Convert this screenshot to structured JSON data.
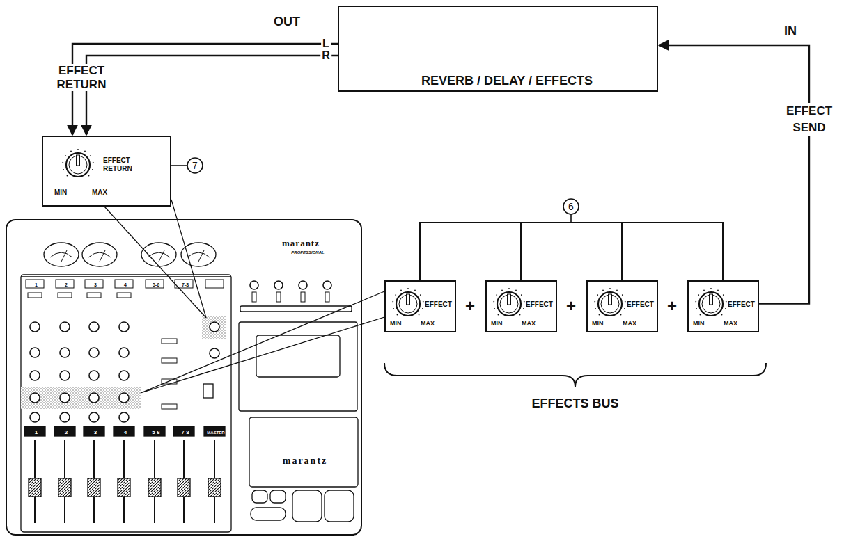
{
  "diagram": {
    "nodes": [
      {
        "text": [
          "REVERB / DELAY / EFFECTS"
        ]
      },
      {
        "text": [
          "EFFECT RETURN",
          "MIN",
          "MAX"
        ]
      },
      {
        "text": [
          "marantz",
          "PROFESSIONAL",
          "1",
          "2",
          "3",
          "4",
          "5-6",
          "7-8",
          "1",
          "2",
          "3",
          "4",
          "5-6",
          "7-8",
          "MASTER",
          "marantz"
        ]
      },
      {
        "text": [
          "EFFECT",
          "MIN",
          "MAX"
        ]
      },
      {
        "text": [
          "EFFECT",
          "MIN",
          "MAX"
        ]
      },
      {
        "text": [
          "EFFECT",
          "MIN",
          "MAX"
        ]
      },
      {
        "text": [
          "EFFECT",
          "MIN",
          "MAX"
        ]
      }
    ],
    "edges": [
      {
        "from": 0,
        "to": 1,
        "arrow": "to",
        "label": "L"
      },
      {
        "from": 0,
        "to": 1,
        "arrow": "to",
        "label": "R"
      },
      {
        "from": 6,
        "to": 0,
        "arrow": "to",
        "label": "EFFECT SEND"
      },
      {
        "from": 2,
        "to": 1,
        "arrow": "none"
      },
      {
        "from": 2,
        "to": 3,
        "arrow": "none"
      }
    ],
    "labels": [
      "OUT",
      "IN",
      "EFFECT RETURN",
      "7",
      "6",
      "+",
      "+",
      "+",
      "EFFECTS BUS"
    ]
  }
}
